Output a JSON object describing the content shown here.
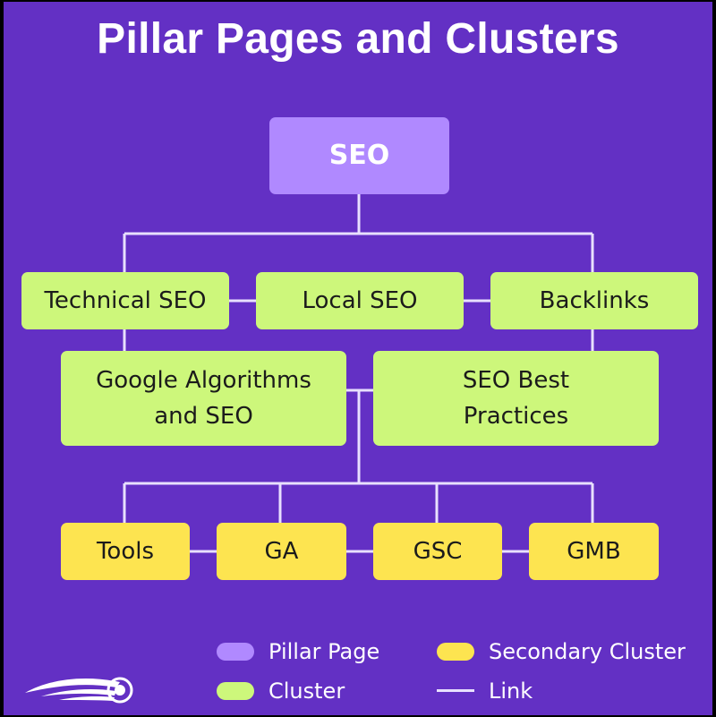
{
  "title": "Pillar Pages and Clusters",
  "pillar": "SEO",
  "clusters": [
    "Technical SEO",
    "Local SEO",
    "Backlinks"
  ],
  "cluster_sub": {
    "left_line1": "Google Algorithms",
    "left_line2": "and SEO",
    "right_line1": "SEO Best",
    "right_line2": "Practices"
  },
  "secondary": [
    "Tools",
    "GA",
    "GSC",
    "GMB"
  ],
  "legend": {
    "pillar": "Pillar Page",
    "cluster": "Cluster",
    "secondary": "Secondary Cluster",
    "link": "Link"
  },
  "colors": {
    "background": "#6330c4",
    "pillar": "#b089ff",
    "cluster": "#cdf77b",
    "secondary": "#fde450",
    "link": "#e8e0ff"
  },
  "logo_icon": "comet-logo-icon"
}
